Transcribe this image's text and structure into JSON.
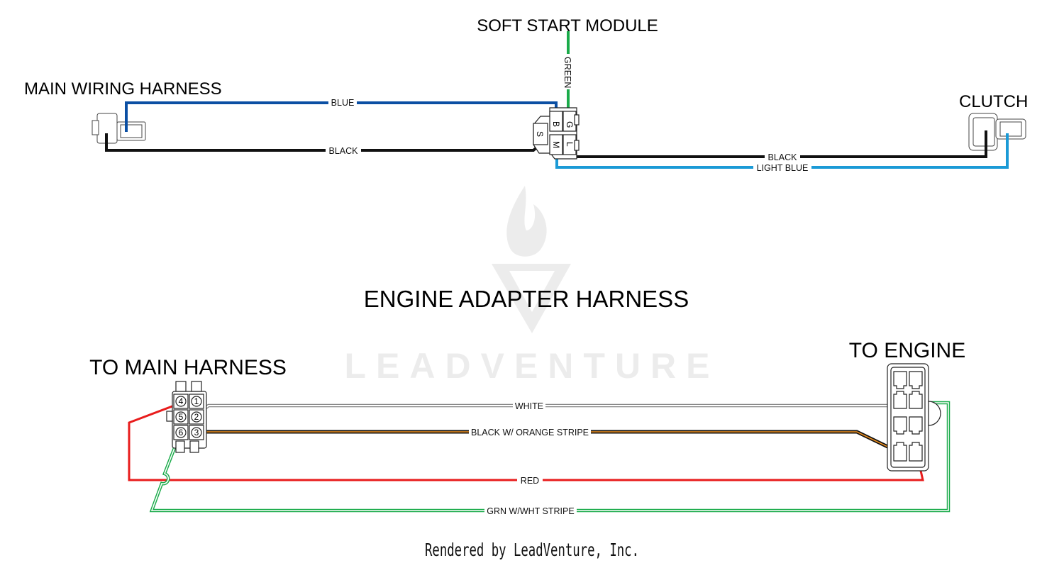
{
  "top": {
    "module_label": "SOFT START MODULE",
    "main_harness_label": "MAIN WIRING HARNESS",
    "clutch_label": "CLUTCH",
    "module_pins": {
      "b": "B",
      "g": "G",
      "s": "S",
      "m": "M",
      "l": "L"
    },
    "wires": {
      "green": "GREEN",
      "blue": "BLUE",
      "black_left": "BLACK",
      "black_right": "BLACK",
      "light_blue": "LIGHT BLUE"
    }
  },
  "bottom": {
    "title": "ENGINE ADAPTER HARNESS",
    "to_main_label": "TO MAIN HARNESS",
    "to_engine_label": "TO ENGINE",
    "connector_pins": [
      "4",
      "1",
      "5",
      "2",
      "6",
      "3"
    ],
    "wires": {
      "white": "WHITE",
      "black_orange": "BLACK W/ ORANGE STRIPE",
      "red": "RED",
      "green_white": "GRN W/WHT STRIPE"
    }
  },
  "watermark": {
    "brand": "LEADVENTURE"
  },
  "footer": {
    "credit": "Rendered by LeadVenture, Inc."
  },
  "colors": {
    "blue": "#0b4fa3",
    "green": "#1aab4a",
    "light_blue": "#1b9ad6",
    "black": "#111111",
    "red": "#e81c1c",
    "orange_stripe": "#f0901e",
    "watermark": "#ececec"
  }
}
